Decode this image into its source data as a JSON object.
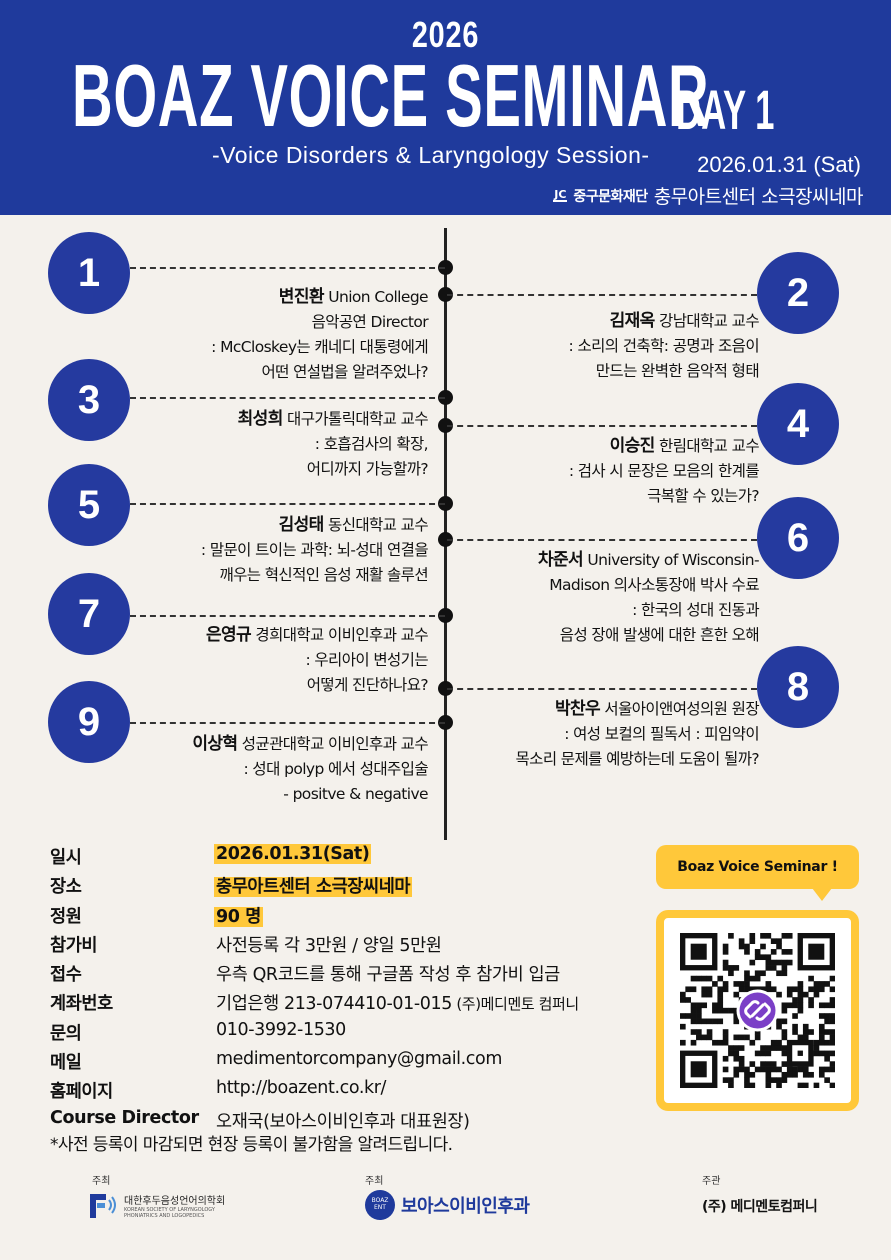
{
  "header": {
    "year": "2026",
    "title": "BOAZ VOICE  SEMINAR",
    "day": "DAY 1",
    "subtitle": "-Voice Disorders & Laryngology Session-",
    "date": "2026.01.31 (Sat)",
    "foundation_logo": "JC",
    "foundation": "중구문화재단",
    "venue": "충무아트센터 소극장씨네마"
  },
  "speakers": [
    {
      "number": "1",
      "name": "변진환",
      "affiliation_lines": [
        "Union College",
        "음악공연 Director"
      ],
      "topic_lines": [
        ": McCloskey는 캐네디 대통령에게",
        "어떤 연설법을 알려주었나?"
      ]
    },
    {
      "number": "2",
      "name": "김재옥",
      "affiliation_lines": [
        "강남대학교 교수"
      ],
      "topic_lines": [
        ": 소리의 건축학: 공명과 조음이",
        "만드는 완벽한 음악적 형태"
      ]
    },
    {
      "number": "3",
      "name": "최성희",
      "affiliation_lines": [
        "대구가톨릭대학교 교수"
      ],
      "topic_lines": [
        ": 호흡검사의 확장,",
        "어디까지 가능할까?"
      ]
    },
    {
      "number": "4",
      "name": "이승진",
      "affiliation_lines": [
        "한림대학교 교수"
      ],
      "topic_lines": [
        ": 검사 시 문장은 모음의 한계를",
        "극복할 수 있는가?"
      ]
    },
    {
      "number": "5",
      "name": "김성태",
      "affiliation_lines": [
        "동신대학교 교수"
      ],
      "topic_lines": [
        ": 말문이 트이는 과학: 뇌-성대 연결을",
        "깨우는 혁신적인 음성 재활 솔루션"
      ]
    },
    {
      "number": "6",
      "name": "차준서",
      "affiliation_lines": [
        "University of Wisconsin-",
        "Madison 의사소통장애 박사 수료"
      ],
      "topic_lines": [
        ": 한국의 성대 진동과",
        "음성 장애 발생에 대한 흔한 오해"
      ]
    },
    {
      "number": "7",
      "name": "은영규",
      "affiliation_lines": [
        "경희대학교 이비인후과 교수"
      ],
      "topic_lines": [
        ": 우리아이 변성기는",
        "어떻게 진단하나요?"
      ]
    },
    {
      "number": "8",
      "name": "박찬우",
      "affiliation_lines": [
        "서울아이앤여성의원 원장"
      ],
      "topic_lines": [
        ": 여성 보컬의 필독서 : 피임약이",
        "목소리 문제를 예방하는데 도움이 될까?"
      ]
    },
    {
      "number": "9",
      "name": "이상혁",
      "affiliation_lines": [
        "성균관대학교 이비인후과 교수"
      ],
      "topic_lines": [
        ": 성대 polyp 에서 성대주입술",
        "- positve & negative"
      ]
    }
  ],
  "info": [
    {
      "label": "일시",
      "value": "2026.01.31(Sat)",
      "highlight": true
    },
    {
      "label": "장소",
      "value": "충무아트센터 소극장씨네마",
      "highlight": true
    },
    {
      "label": "정원",
      "value": "90 명",
      "highlight": true
    },
    {
      "label": "참가비",
      "value": "사전등록 각 3만원  / 양일 5만원",
      "highlight": false
    },
    {
      "label": "접수",
      "value": "우측 QR코드를 통해 구글폼 작성 후 참가비 입금",
      "highlight": false
    },
    {
      "label": "계좌번호",
      "value": "기업은행 213-074410-01-015",
      "value_small": "(주)메디멘토 컴퍼니",
      "highlight": false
    },
    {
      "label": "문의",
      "value": "010-3992-1530",
      "highlight": false
    },
    {
      "label": "메일",
      "value": "medimentorcompany@gmail.com",
      "highlight": false
    },
    {
      "label": "홈페이지",
      "value": "http://boazent.co.kr/",
      "highlight": false
    },
    {
      "label": "Course Director",
      "value": "오재국(보아스이비인후과 대표원장)",
      "highlight": false
    }
  ],
  "notice": "*사전 등록이 마감되면 현장 등록이 불가함을 알려드립니다.",
  "qr": {
    "bubble": "Boaz Voice Seminar !",
    "icon": "link-icon",
    "accent": "#ffc83a",
    "link_badge_color": "#7b3fc7"
  },
  "footer": [
    {
      "role": "주최",
      "name": "대한후두음성언어의학회",
      "name_en_lines": [
        "KOREAN SOCIETY OF LARYNGOLOGY",
        "PHONIATRICS AND LOGOPEDICS"
      ]
    },
    {
      "role": "주최",
      "name": "보아스이비인후과",
      "mark_lines": [
        "BOAZ",
        "ENT"
      ]
    },
    {
      "role": "주관",
      "name": "(주) 메디멘토컴퍼니"
    }
  ],
  "colors": {
    "brand_blue": "#1f3a9c",
    "highlight_yellow": "#ffc83a",
    "background": "#f4f1ec"
  }
}
